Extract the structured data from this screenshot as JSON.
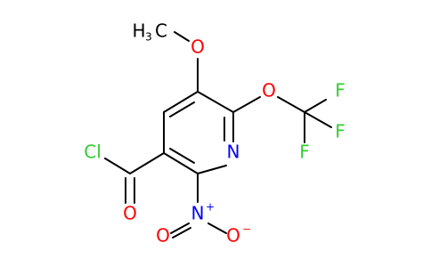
{
  "colors": {
    "carbon_bond": "#000000",
    "oxygen": "#ff0000",
    "nitrogen": "#0000ff",
    "fluorine": "#33cc33",
    "chlorine": "#33cc33",
    "background": "#ffffff"
  },
  "atoms": {
    "methyl": {
      "main": "H",
      "sub": "3",
      "tail": "C"
    },
    "o_methoxy": "O",
    "o_ether": "O",
    "f_top1": "F",
    "f_top2": "F",
    "f_bottom": "F",
    "n_ring": "N",
    "cl": "Cl",
    "o_carbonyl": "O",
    "n_nitro": "N",
    "n_nitro_charge": "+",
    "o_nitro_left": "O",
    "o_nitro_right": "O",
    "o_nitro_right_charge": "−"
  }
}
